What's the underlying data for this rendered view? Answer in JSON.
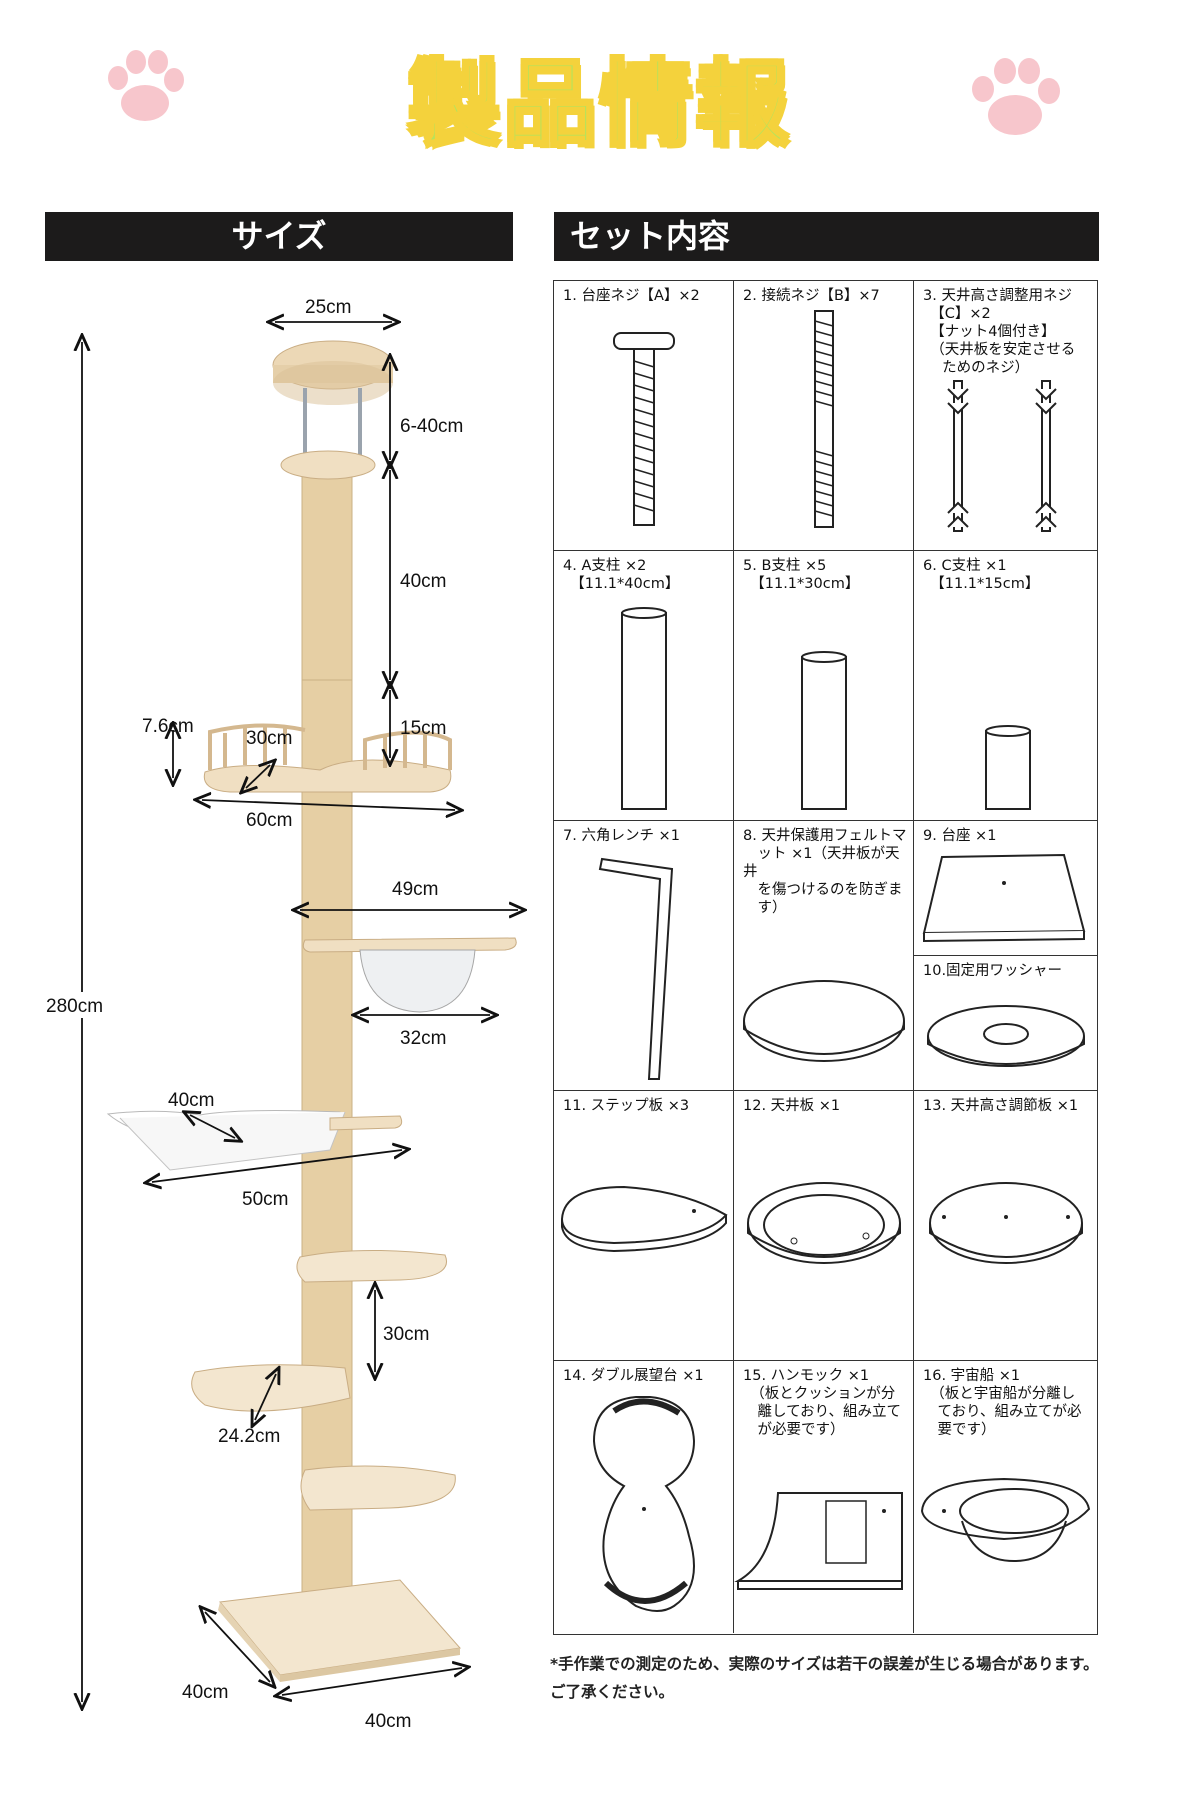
{
  "header": {
    "title": "製品情報"
  },
  "sections": {
    "size_label": "サイズ",
    "set_label": "セット内容"
  },
  "dimensions": {
    "top_width": "25cm",
    "adjust_range": "6-40cm",
    "post_a": "40cm",
    "post_c": "15cm",
    "rail_height": "7.6cm",
    "double_depth": "30cm",
    "double_width": "60cm",
    "spaceship_width": "49cm",
    "bowl_width": "32cm",
    "total_height": "280cm",
    "hammock_depth": "40cm",
    "hammock_width": "50cm",
    "step_gap": "30cm",
    "step_depth": "24.2cm",
    "base_depth": "40cm",
    "base_width": "40cm"
  },
  "items": [
    {
      "label": "1. 台座ネジ【A】×2",
      "icon": "bolt-icon"
    },
    {
      "label": "2. 接続ネジ【B】×7",
      "icon": "threaded-rod-icon"
    },
    {
      "label": "3. 天井高さ調整用ネジ\n　【C】×2\n　【ナット4個付き】\n　（天井板を安定させる\n　 ためのネジ）",
      "icon": "adjust-screw-icon"
    },
    {
      "label": "4. A支柱 ×2\n　【11.1*40cm】",
      "icon": "tall-post-icon"
    },
    {
      "label": "5. B支柱 ×5\n　【11.1*30cm】",
      "icon": "medium-post-icon"
    },
    {
      "label": "6. C支柱 ×1\n　【11.1*15cm】",
      "icon": "short-post-icon"
    },
    {
      "label": "7. 六角レンチ ×1",
      "icon": "hex-wrench-icon"
    },
    {
      "label": "8. 天井保護用フェルトマ\n　ット ×1（天井板が天井\n　を傷つけるのを防ぎま\n　す）",
      "icon": "felt-mat-icon"
    },
    {
      "label": "9. 台座 ×1",
      "icon": "base-board-icon"
    },
    {
      "label": "10.固定用ワッシャー",
      "icon": "washer-icon"
    },
    {
      "label": "11. ステップ板 ×3",
      "icon": "step-board-icon"
    },
    {
      "label": "12. 天井板 ×1",
      "icon": "ceiling-board-icon"
    },
    {
      "label": "13. 天井高さ調節板 ×1",
      "icon": "adjust-board-icon"
    },
    {
      "label": "14. ダブル展望台 ×1",
      "icon": "double-platform-icon"
    },
    {
      "label": "15. ハンモック ×1\n　（板とクッションが分\n　離しており、組み立て\n　が必要です）",
      "icon": "hammock-icon"
    },
    {
      "label": "16. 宇宙船 ×1\n　（板と宇宙船が分離し\n　ており、組み立てが必\n　要です）",
      "icon": "spaceship-icon"
    }
  ],
  "notes": {
    "line1": "*手作業での測定のため、実際のサイズは若干の誤差が生じる場合があります。",
    "line2": "ご了承ください。"
  },
  "colors": {
    "title_fill": "#b7e35a",
    "title_outline": "#f4d23c",
    "paw": "#f7c6cc",
    "band": "#1c1b1b",
    "wood": "#f0dfc2",
    "sisal": "#e6cfa4"
  }
}
